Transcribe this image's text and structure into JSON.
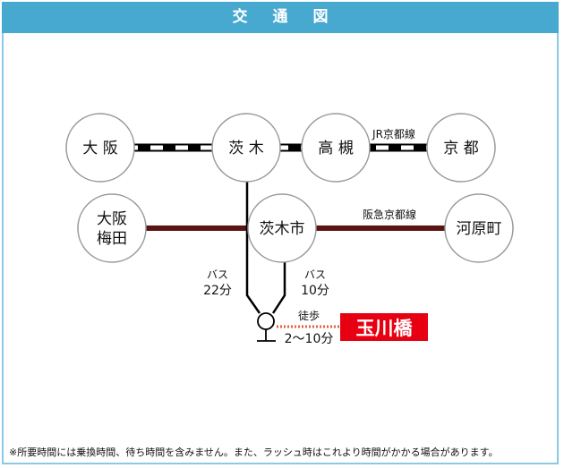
{
  "header": {
    "title": "交通図"
  },
  "stations": {
    "osaka": "大 阪",
    "ibaraki": "茨 木",
    "takatsuki": "高 槻",
    "kyoto": "京 都",
    "umeda_1": "大阪",
    "umeda_2": "梅田",
    "ibarakishi": "茨木市",
    "kawaramachi": "河原町"
  },
  "lines": {
    "jr": "JR京都線",
    "hankyu": "阪急京都線"
  },
  "bus": {
    "left_label": "バス",
    "left_time": "22分",
    "right_label": "バス",
    "right_time": "10分"
  },
  "walk": {
    "label": "徒歩",
    "time": "2〜10分"
  },
  "destination": {
    "label": "玉川橋",
    "color": "#e60012"
  },
  "colors": {
    "header": "#47a8d0",
    "hankyu": "#5a1414"
  },
  "footer": {
    "note": "※所要時間には乗換時間、待ち時間を含みません。また、ラッシュ時はこれより時間がかかる場合があります。"
  }
}
